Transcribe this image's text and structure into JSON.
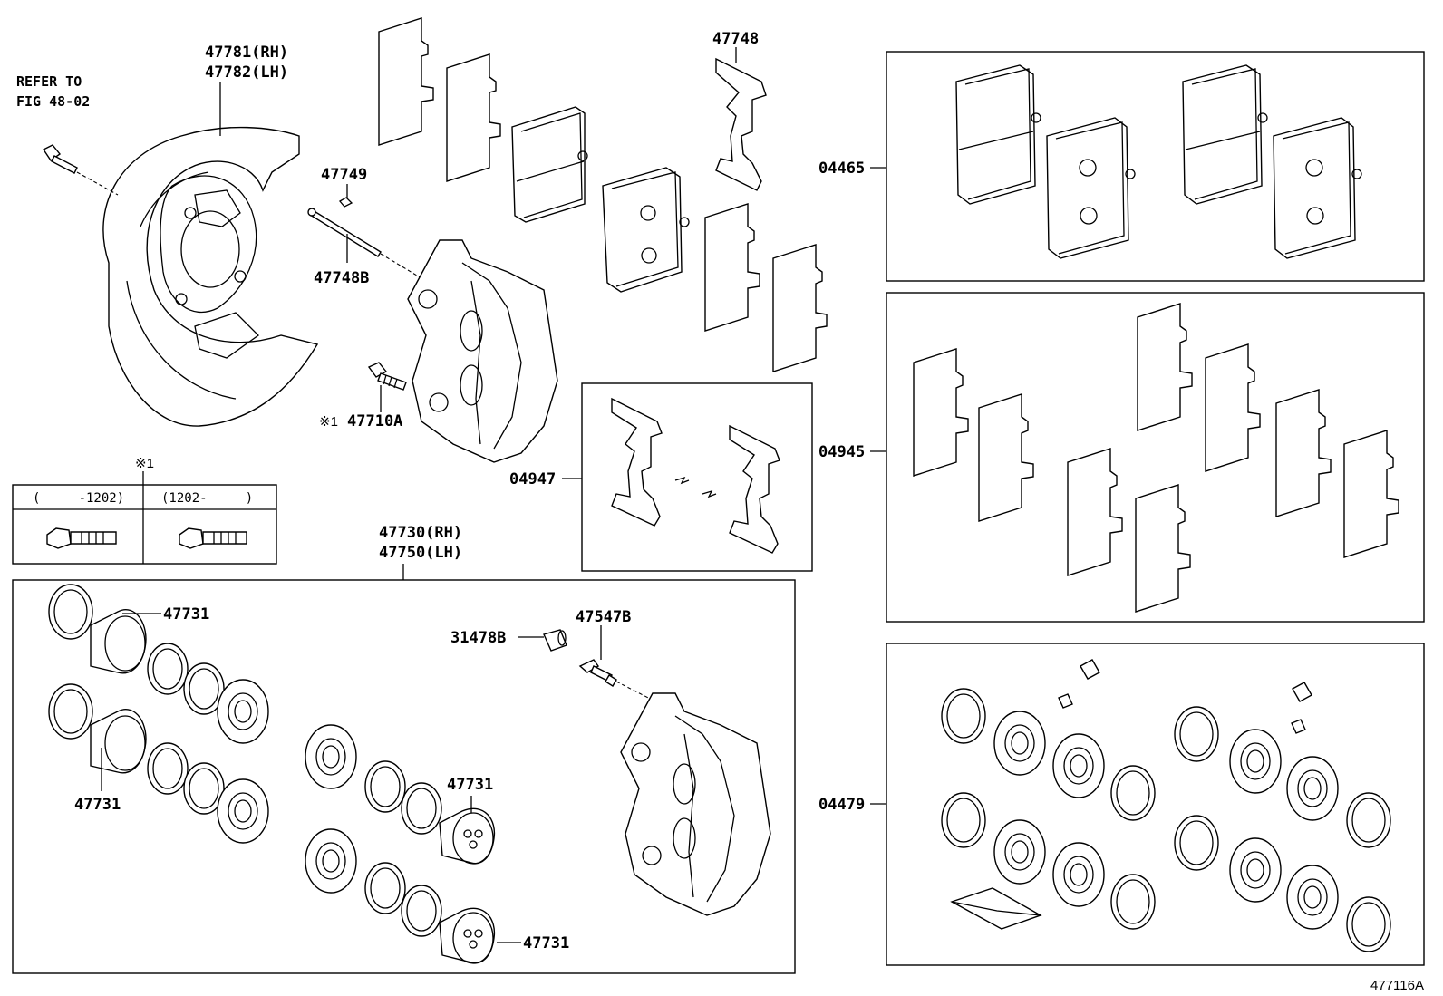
{
  "diagram": {
    "figure_id": "477116A",
    "refer_note": [
      "REFER TO",
      "FIG 48-02"
    ],
    "labels": {
      "dust_cover": [
        "47781(RH)",
        "47782(LH)"
      ],
      "pin_clip": "47749",
      "pad_pin": "47748B",
      "spring": "47748",
      "bolt_note": "※1",
      "bolt": "47710A",
      "spring_kit": "04947",
      "pad_set": "04465",
      "shim_kit": "04945",
      "cylinder_kit": "04479",
      "caliper_assy": [
        "47730(RH)",
        "47750(LH)"
      ],
      "piston_a": "47731",
      "piston_b": "47731",
      "piston_c": "47731",
      "piston_d": "47731",
      "bleeder_cap": "31478B",
      "bleeder_plug": "47547B"
    },
    "bolt_table": {
      "note": "※1",
      "col1": "(     -1202)",
      "col2": "(1202-     )"
    }
  }
}
